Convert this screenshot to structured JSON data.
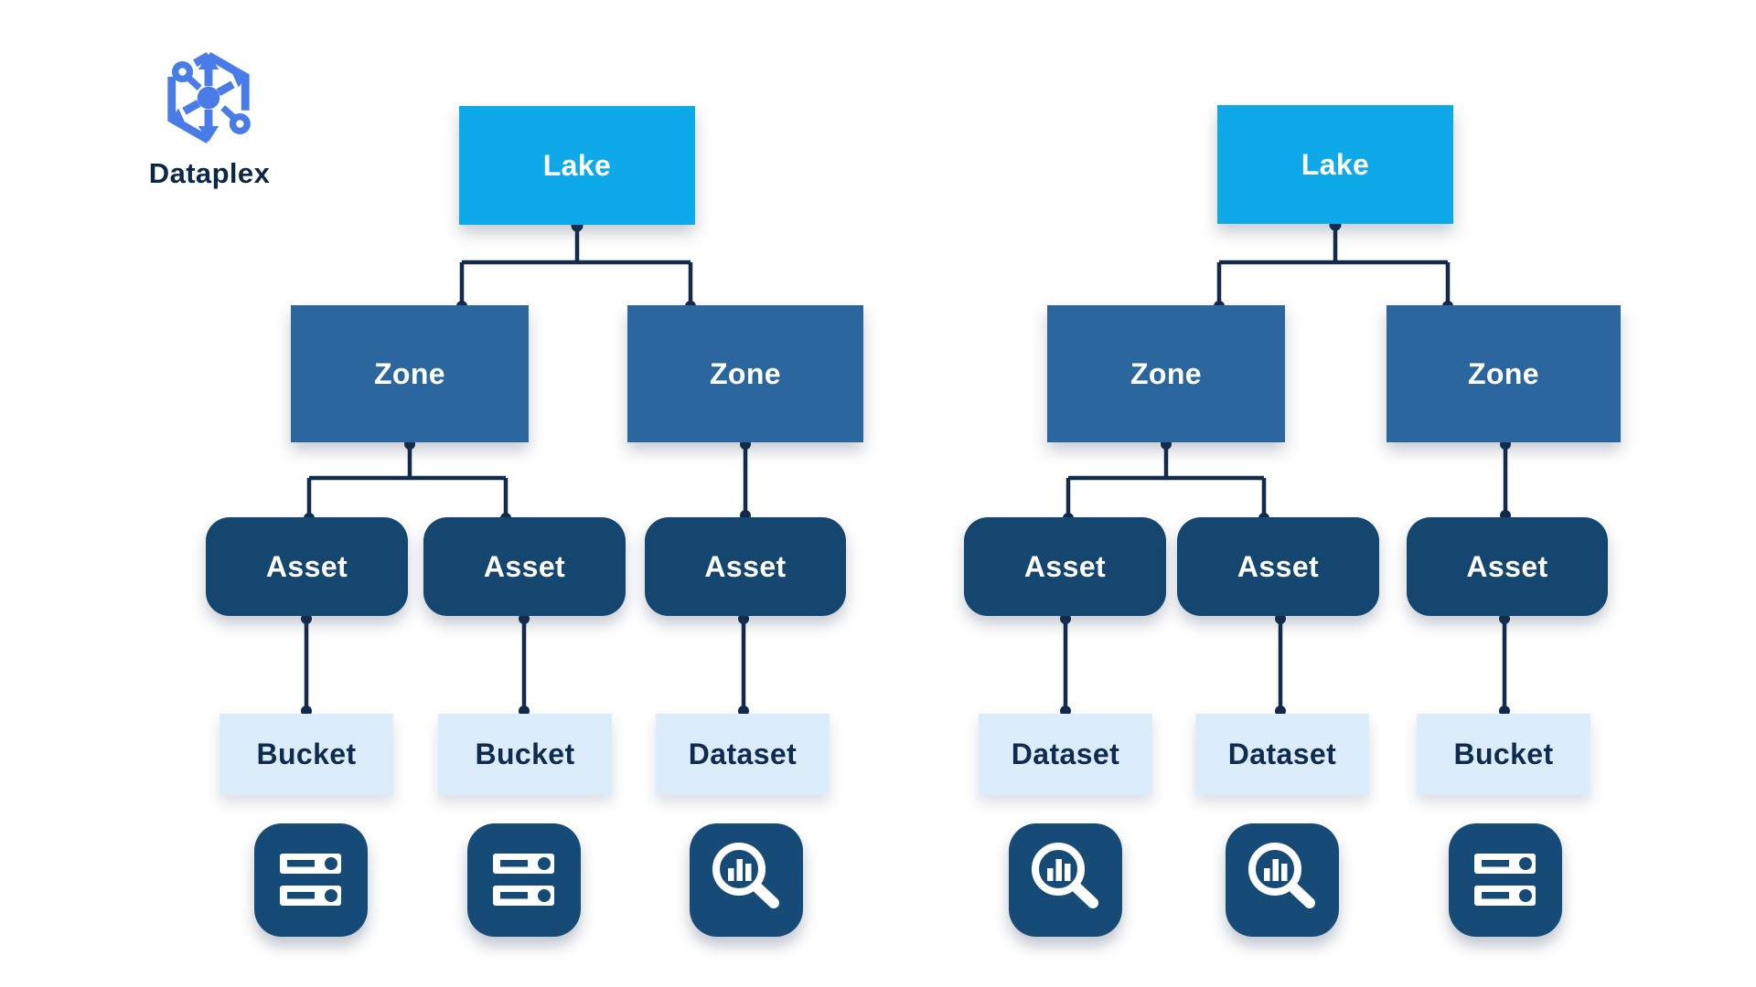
{
  "brand": {
    "wordmark": "Dataplex",
    "icon": "dataplex-hex-icon"
  },
  "colors": {
    "lake_blue": "#0DA9E8",
    "zone_blue": "#2B669E",
    "asset_navy": "#15466F",
    "tile_navy": "#164B78",
    "resource_bg": "#DBEDFB",
    "connector_navy": "#122B4D",
    "text_on_dark": "#FFFFFF",
    "text_navy": "#0F2C4E",
    "logo_blue": "#4A7CE8",
    "wordmark_navy": "#0D2847",
    "background": "#FFFFFF"
  },
  "trees": [
    {
      "name": "left",
      "lake": {
        "label": "Lake"
      },
      "zones": [
        {
          "label": "Zone"
        },
        {
          "label": "Zone"
        }
      ],
      "assets": [
        {
          "label": "Asset"
        },
        {
          "label": "Asset"
        },
        {
          "label": "Asset"
        }
      ],
      "resources": [
        {
          "label": "Bucket",
          "icon": "storage-server-icon"
        },
        {
          "label": "Bucket",
          "icon": "storage-server-icon"
        },
        {
          "label": "Dataset",
          "icon": "search-insights-icon"
        }
      ]
    },
    {
      "name": "right",
      "lake": {
        "label": "Lake"
      },
      "zones": [
        {
          "label": "Zone"
        },
        {
          "label": "Zone"
        }
      ],
      "assets": [
        {
          "label": "Asset"
        },
        {
          "label": "Asset"
        },
        {
          "label": "Asset"
        }
      ],
      "resources": [
        {
          "label": "Dataset",
          "icon": "search-insights-icon"
        },
        {
          "label": "Dataset",
          "icon": "search-insights-icon"
        },
        {
          "label": "Bucket",
          "icon": "storage-server-icon"
        }
      ]
    }
  ]
}
